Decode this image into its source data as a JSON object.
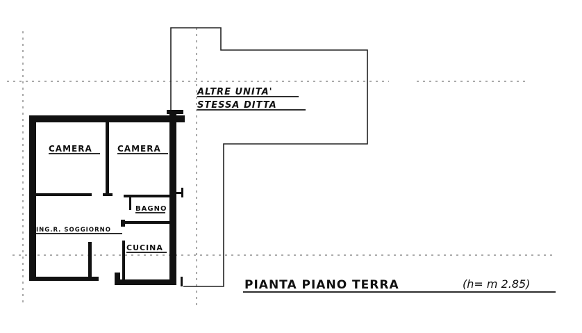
{
  "labels": {
    "other_units_line1": "ALTRE UNITA'",
    "other_units_line2": "STESSA DITTA",
    "room_camera_left": "CAMERA",
    "room_camera_right": "CAMERA",
    "room_bagno": "BAGNO",
    "room_ingresso_soggiorno": "ING.R. SOGGIORNO",
    "room_cucina": "CUCINA"
  },
  "title": {
    "main": "PIANTA PIANO TERRA",
    "height": "(h= m 2.85)"
  },
  "colors": {
    "ink": "#111111",
    "paper": "#ffffff"
  }
}
